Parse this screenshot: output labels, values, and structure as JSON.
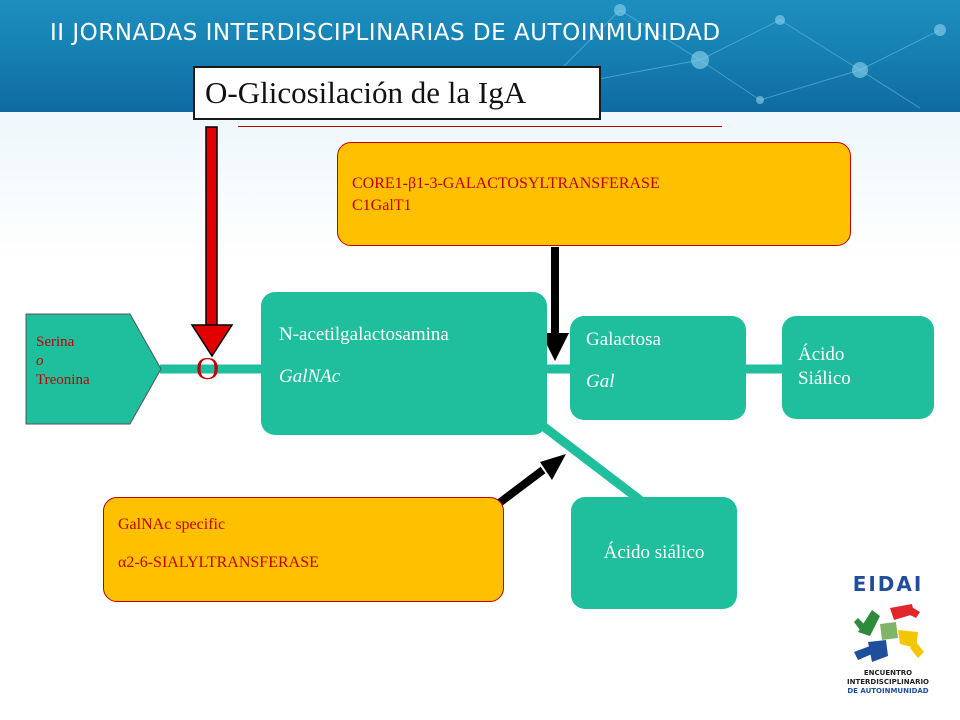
{
  "header": {
    "title": "II JORNADAS INTERDISCIPLINARIAS DE AUTOINMUNIDAD"
  },
  "slide_title": "O-Glicosilación  de la IgA",
  "enzymes": {
    "core1_line1": "CORE1-β1-3-GALACTOSYLTRANSFERASE",
    "core1_line2": "C1GalT1",
    "sialyl_line1": "GalNAc specific",
    "sialyl_line2": "α2-6-SIALYLTRANSFERASE"
  },
  "nodes": {
    "amino_line1": "Serina",
    "amino_line2": "o",
    "amino_line3": "Treonina",
    "o_link": "O",
    "galnac_line1": "N-acetilgalactosamina",
    "galnac_line2": "GalNAc",
    "gal_line1": "Galactosa",
    "gal_line2": "Gal",
    "sialic_top_line1": "Ácido",
    "sialic_top_line2": "Siálico",
    "sialic_bottom": "Ácido siálico"
  },
  "logo": {
    "name": "EIDAI",
    "sub_line1": "ENCUENTRO",
    "sub_line2": "INTERDISCIPLINARIO",
    "sub_line3": "DE AUTOINMUNIDAD"
  },
  "colors": {
    "header_blue": "#167fb2",
    "enzyme_fill": "#ffc000",
    "enzyme_text": "#c00000",
    "sugar_fill": "#1fbf9d",
    "arrow_red": "#e00000",
    "arrow_black": "#000000"
  }
}
